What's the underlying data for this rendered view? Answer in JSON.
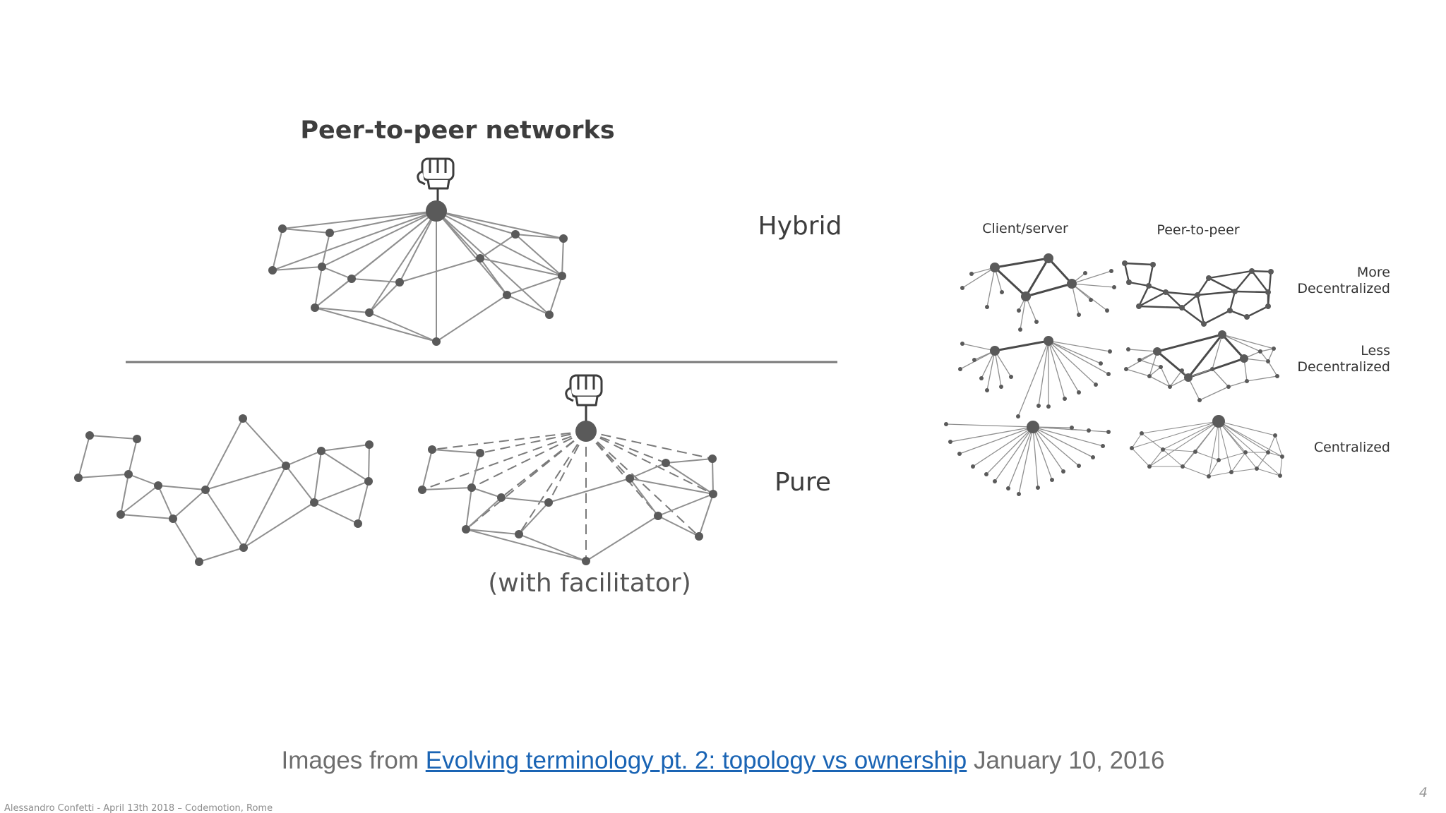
{
  "diagram": {
    "title": "Peer-to-peer networks",
    "hybrid_label": "Hybrid",
    "pure_label": "Pure",
    "facilitator_label": "(with facilitator)"
  },
  "matrix": {
    "col_client_server": "Client/server",
    "col_peer_to_peer": "Peer-to-peer",
    "row_more_1": "More",
    "row_more_2": "Decentralized",
    "row_less_1": "Less",
    "row_less_2": "Decentralized",
    "row_centralized": "Centralized"
  },
  "caption": {
    "prefix": "Images from",
    "link_text": "Evolving terminology pt. 2: topology vs ownership",
    "date": "January 10, 2016"
  },
  "footer": "Alessandro Confetti - April 13th 2018 – Codemotion, Rome",
  "page_number": "4",
  "colors": {
    "node": "#5a5a5a",
    "edge": "#8f8f8f",
    "link": "#1a64b4",
    "caption": "#6e6e6e"
  }
}
